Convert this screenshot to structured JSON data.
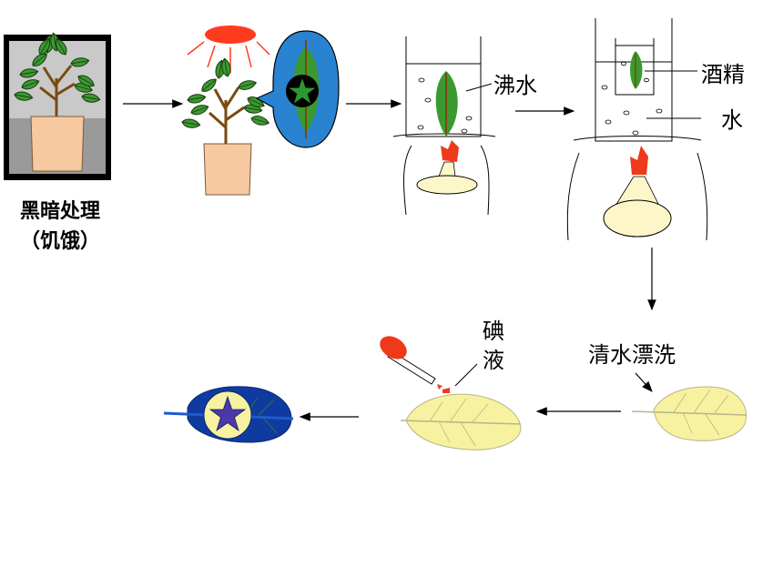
{
  "labels": {
    "dark_treatment": "黑暗处理",
    "starvation": "（饥饿）",
    "boiling_water": "沸水",
    "alcohol": "酒精",
    "water": "水",
    "iodine_1": "碘",
    "iodine_2": "液",
    "rinse": "清水漂洗"
  },
  "colors": {
    "leaf_green": "#3a9a30",
    "vein_brown": "#7a4a10",
    "pot": "#f7c9a0",
    "sun": "#ff3b1f",
    "iodine_blue": "#0f3aa0",
    "star_purple": "#4a3aa8",
    "pale_leaf": "#f6f2a0",
    "flame": "#ee3a1a",
    "burner_bulb": "#fdf6c8",
    "dark_bg": "#9a9a9a",
    "bubble_blue": "#2a83d0"
  }
}
